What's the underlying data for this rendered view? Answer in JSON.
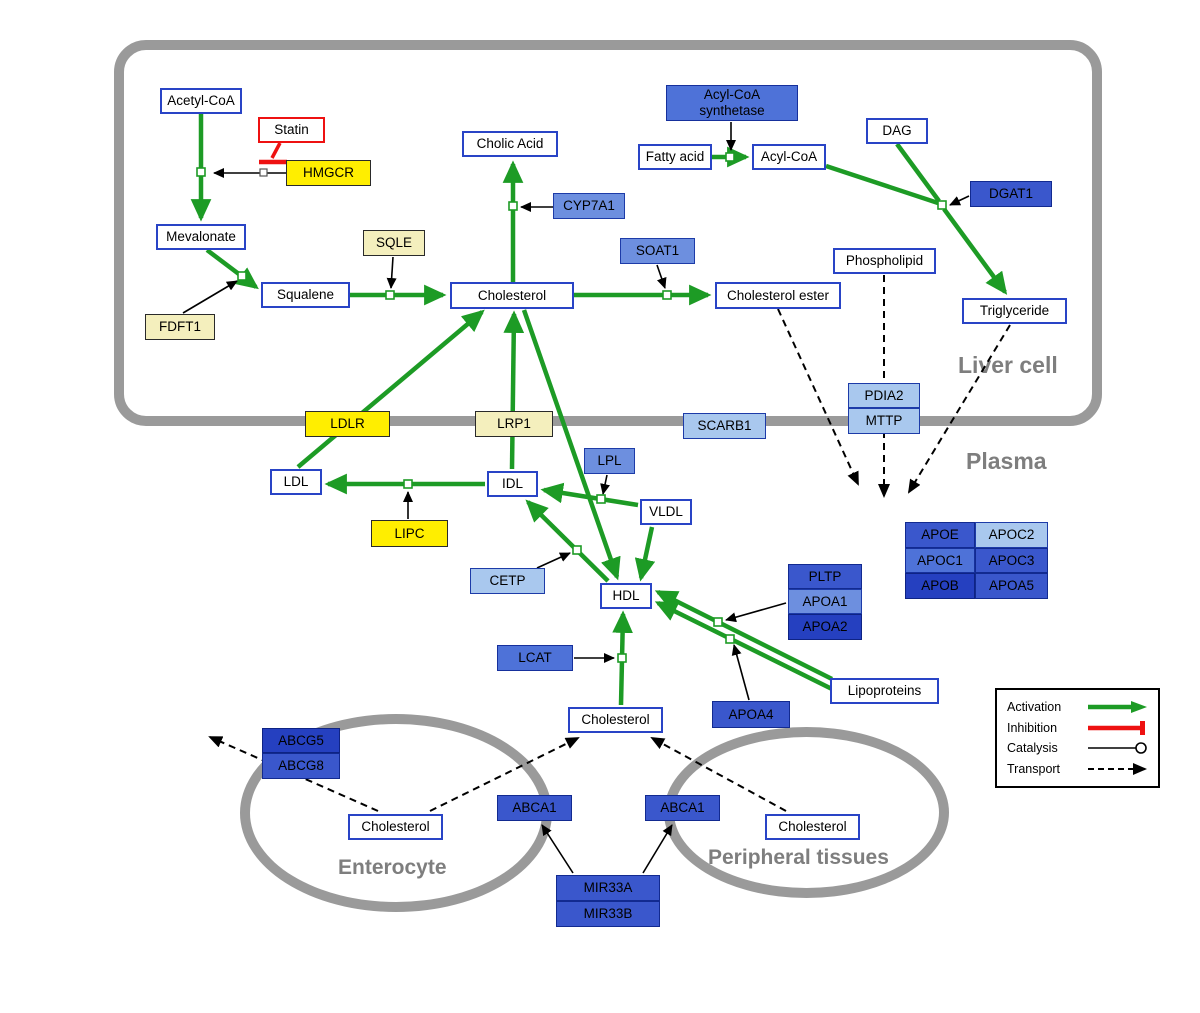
{
  "compartments": {
    "liver": "Liver cell",
    "plasma": "Plasma",
    "enterocyte": "Enterocyte",
    "peripheral": "Peripheral tissues"
  },
  "nodes": {
    "acetyl_coa": "Acetyl-CoA",
    "statin": "Statin",
    "hmgcr": "HMGCR",
    "mevalonate": "Mevalonate",
    "fdft1": "FDFT1",
    "squalene": "Squalene",
    "sqle": "SQLE",
    "cholesterol_liver": "Cholesterol",
    "cholic_acid": "Cholic Acid",
    "cyp7a1": "CYP7A1",
    "soat1": "SOAT1",
    "cholesterol_ester": "Cholesterol ester",
    "acyl_coa_synthetase": "Acyl-CoA synthetase",
    "fatty_acid": "Fatty acid",
    "acyl_coa": "Acyl-CoA",
    "dag": "DAG",
    "dgat1": "DGAT1",
    "phospholipid": "Phospholipid",
    "triglyceride": "Triglyceride",
    "pdia2": "PDIA2",
    "mttp": "MTTP",
    "ldlr": "LDLR",
    "lrp1": "LRP1",
    "scarb1": "SCARB1",
    "ldl": "LDL",
    "idl": "IDL",
    "lpl": "LPL",
    "vldl": "VLDL",
    "lipc": "LIPC",
    "cetp": "CETP",
    "hdl": "HDL",
    "pltp": "PLTP",
    "apoa1": "APOA1",
    "apoa2": "APOA2",
    "lcat": "LCAT",
    "apoa4": "APOA4",
    "lipoproteins": "Lipoproteins",
    "apoe": "APOE",
    "apoc2": "APOC2",
    "apoc1": "APOC1",
    "apoc3": "APOC3",
    "apob": "APOB",
    "apoa5": "APOA5",
    "cholesterol_plasma": "Cholesterol",
    "abcg5": "ABCG5",
    "abcg8": "ABCG8",
    "cholesterol_enterocyte": "Cholesterol",
    "abca1_enterocyte": "ABCA1",
    "abca1_peripheral": "ABCA1",
    "cholesterol_peripheral": "Cholesterol",
    "mir33a": "MIR33A",
    "mir33b": "MIR33B"
  },
  "legend": {
    "activation": "Activation",
    "inhibition": "Inhibition",
    "catalysis": "Catalysis",
    "transport": "Transport"
  },
  "palette": {
    "activation_green": "#1d9b25",
    "inhibition_red": "#ee1111",
    "catalysis_black": "#000000",
    "transport_black": "#000000",
    "compartment_gray": "#9a9a9a",
    "metabolite_border_blue": "#2944c6",
    "gene_yellow": "#ffee00",
    "gene_pale_yellow": "#f4efbd",
    "gene_blue_light": "#a9c8ee",
    "gene_blue_medium": "#6d8fdf",
    "gene_blue_royal": "#3a57cc",
    "gene_blue_dark": "#2540c0"
  }
}
